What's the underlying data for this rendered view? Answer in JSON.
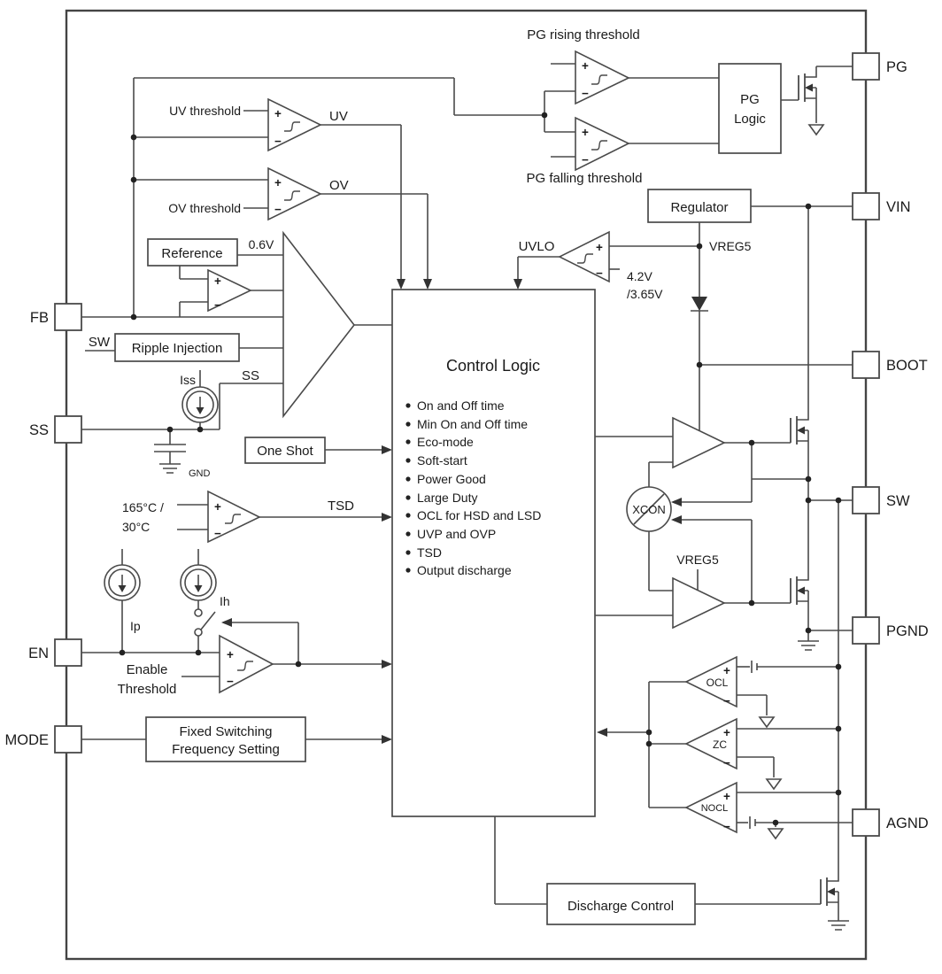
{
  "diagram": {
    "background": "#ffffff",
    "line_color": "#4a4a4a",
    "text_color": "#1a1a1a"
  },
  "pins": {
    "fb": "FB",
    "ss": "SS",
    "en": "EN",
    "mode": "MODE",
    "pg": "PG",
    "vin": "VIN",
    "boot": "BOOT",
    "sw": "SW",
    "pgnd": "PGND",
    "agnd": "AGND"
  },
  "blocks": {
    "reference": "Reference",
    "ripple_injection": "Ripple Injection",
    "one_shot": "One Shot",
    "regulator": "Regulator",
    "pg_logic_1": "PG",
    "pg_logic_2": "Logic",
    "fixed_switching_1": "Fixed Switching",
    "fixed_switching_2": "Frequency Setting",
    "discharge_control": "Discharge Control"
  },
  "control_logic": {
    "title": "Control Logic",
    "items": [
      "On and Off time",
      "Min On and Off time",
      "Eco-mode",
      "Soft-start",
      "Power Good",
      "Large Duty",
      "OCL for HSD and LSD",
      "UVP and OVP",
      "TSD",
      "Output discharge"
    ]
  },
  "labels": {
    "pg_rising_threshold": "PG rising threshold",
    "pg_falling_threshold": "PG falling threshold",
    "uv_threshold": "UV threshold",
    "uv": "UV",
    "ov_threshold": "OV threshold",
    "ov": "OV",
    "vref": "0.6V",
    "sw_ripple_in": "SW",
    "ss_node": "SS",
    "iss": "Iss",
    "gnd": "GND",
    "uvlo": "UVLO",
    "uvlo_rising": "4.2V",
    "uvlo_falling": "/3.65V",
    "vreg5_top": "VREG5",
    "vreg5_driver": "VREG5",
    "tsd": "TSD",
    "tsd_high": "165°C /",
    "tsd_low": "30°C",
    "ip": "Ip",
    "ih": "Ih",
    "enable_1": "Enable",
    "enable_2": "Threshold",
    "xcon": "XCON",
    "ocl": "OCL",
    "zc": "ZC",
    "nocl": "NOCL",
    "plus": "+",
    "minus": "−"
  }
}
